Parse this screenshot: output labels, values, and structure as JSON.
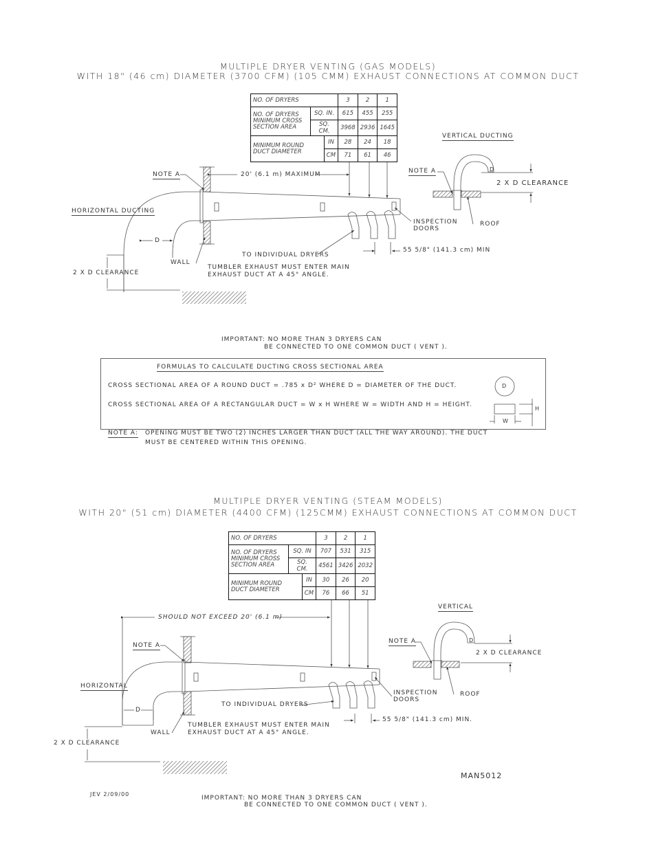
{
  "gas": {
    "title1": "MULTIPLE DRYER VENTING (GAS MODELS)",
    "title2": "WITH 18\" (46 cm) DIAMETER (3700 CFM) (105 CMM) EXHAUST CONNECTIONS AT COMMON DUCT",
    "table": {
      "header_label": "NO. OF DRYERS",
      "counts": [
        "3",
        "2",
        "1"
      ],
      "area_label": "NO. OF DRYERS MINIMUM CROSS SECTION AREA",
      "sq_in_label": "SQ. IN.",
      "sq_in": [
        "615",
        "455",
        "255"
      ],
      "sq_cm_label": "SQ. CM.",
      "sq_cm": [
        "3968",
        "2936",
        "1645"
      ],
      "diam_label": "MINIMUM ROUND DUCT DIAMETER",
      "in_label": "IN",
      "in": [
        "28",
        "24",
        "18"
      ],
      "cm_label": "CM",
      "cm": [
        "71",
        "61",
        "46"
      ]
    },
    "labels": {
      "note_a": "NOTE A",
      "max_length": "20' (6.1 m) MAXIMUM",
      "horizontal": "HORIZONTAL DUCTING",
      "d": "D",
      "wall": "WALL",
      "clearance": "2 X D CLEARANCE",
      "to_dryers": "TO INDIVIDUAL DRYERS",
      "tumbler1": "TUMBLER EXHAUST MUST ENTER MAIN",
      "tumbler2": "EXHAUST DUCT AT A 45° ANGLE.",
      "inspection1": "INSPECTION",
      "inspection2": "DOORS",
      "spacing": "55 5/8\" (141.3 cm) MIN",
      "vertical": "VERTICAL DUCTING",
      "v_note_a": "NOTE A",
      "v_clearance": "2 X D CLEARANCE",
      "roof": "ROOF",
      "v_d": "D"
    },
    "important1": "IMPORTANT: NO MORE THAN 3 DRYERS CAN",
    "important2": "BE CONNECTED TO ONE COMMON DUCT ( VENT )."
  },
  "formulas": {
    "title": "FORMULAS TO CALCULATE DUCTING CROSS SECTIONAL AREA",
    "round": "CROSS SECTIONAL AREA OF A ROUND DUCT = .785 x D² WHERE D = DIAMETER OF THE DUCT.",
    "rect": "CROSS SECTIONAL AREA OF A RECTANGULAR DUCT = W x H  WHERE W = WIDTH AND H = HEIGHT.",
    "d": "D",
    "w": "W",
    "h": "H"
  },
  "note_a": {
    "label": "NOTE A:",
    "line1": "OPENING MUST BE TWO (2) INCHES LARGER THAN DUCT (ALL THE WAY AROUND). THE DUCT",
    "line2": "MUST BE CENTERED WITHIN THIS OPENING."
  },
  "steam": {
    "title1": "MULTIPLE DRYER VENTING (STEAM MODELS)",
    "title2": "WITH 20\" (51 cm) DIAMETER (4400 CFM) (125CMM) EXHAUST CONNECTIONS AT COMMON DUCT",
    "table": {
      "header_label": "NO. OF DRYERS",
      "counts": [
        "3",
        "2",
        "1"
      ],
      "area_label": "NO. OF DRYERS MINIMUM CROSS SECTION AREA",
      "sq_in_label": "SQ. IN",
      "sq_in": [
        "707",
        "531",
        "315"
      ],
      "sq_cm_label": "SQ. CM.",
      "sq_cm": [
        "4561",
        "3426",
        "2032"
      ],
      "diam_label": "MINIMUM ROUND DUCT DIAMETER",
      "in_label": "IN",
      "in": [
        "30",
        "26",
        "20"
      ],
      "cm_label": "CM",
      "cm": [
        "76",
        "66",
        "51"
      ]
    },
    "labels": {
      "max_length": "SHOULD NOT EXCEED 20' (6.1 m)",
      "note_a": "NOTE A",
      "horizontal": "HORIZONTAL",
      "d": "D",
      "wall": "WALL",
      "clearance": "2 X D CLEARANCE",
      "to_dryers": "TO INDIVIDUAL DRYERS",
      "tumbler1": "TUMBLER EXHAUST MUST ENTER MAIN",
      "tumbler2": "EXHAUST DUCT AT A 45° ANGLE.",
      "inspection1": "INSPECTION",
      "inspection2": "DOORS",
      "spacing": "55 5/8\" (141.3 cm) MIN.",
      "vertical": "VERTICAL",
      "v_note_a": "NOTE A",
      "v_clearance": "2 X D CLEARANCE",
      "roof": "ROOF",
      "v_d": "D"
    },
    "important1": "IMPORTANT: NO MORE THAN 3 DRYERS CAN",
    "important2": "BE CONNECTED TO ONE COMMON DUCT ( VENT )."
  },
  "footer": {
    "doc_id": "MAN5012",
    "revision": "JEV 2/09/00"
  }
}
